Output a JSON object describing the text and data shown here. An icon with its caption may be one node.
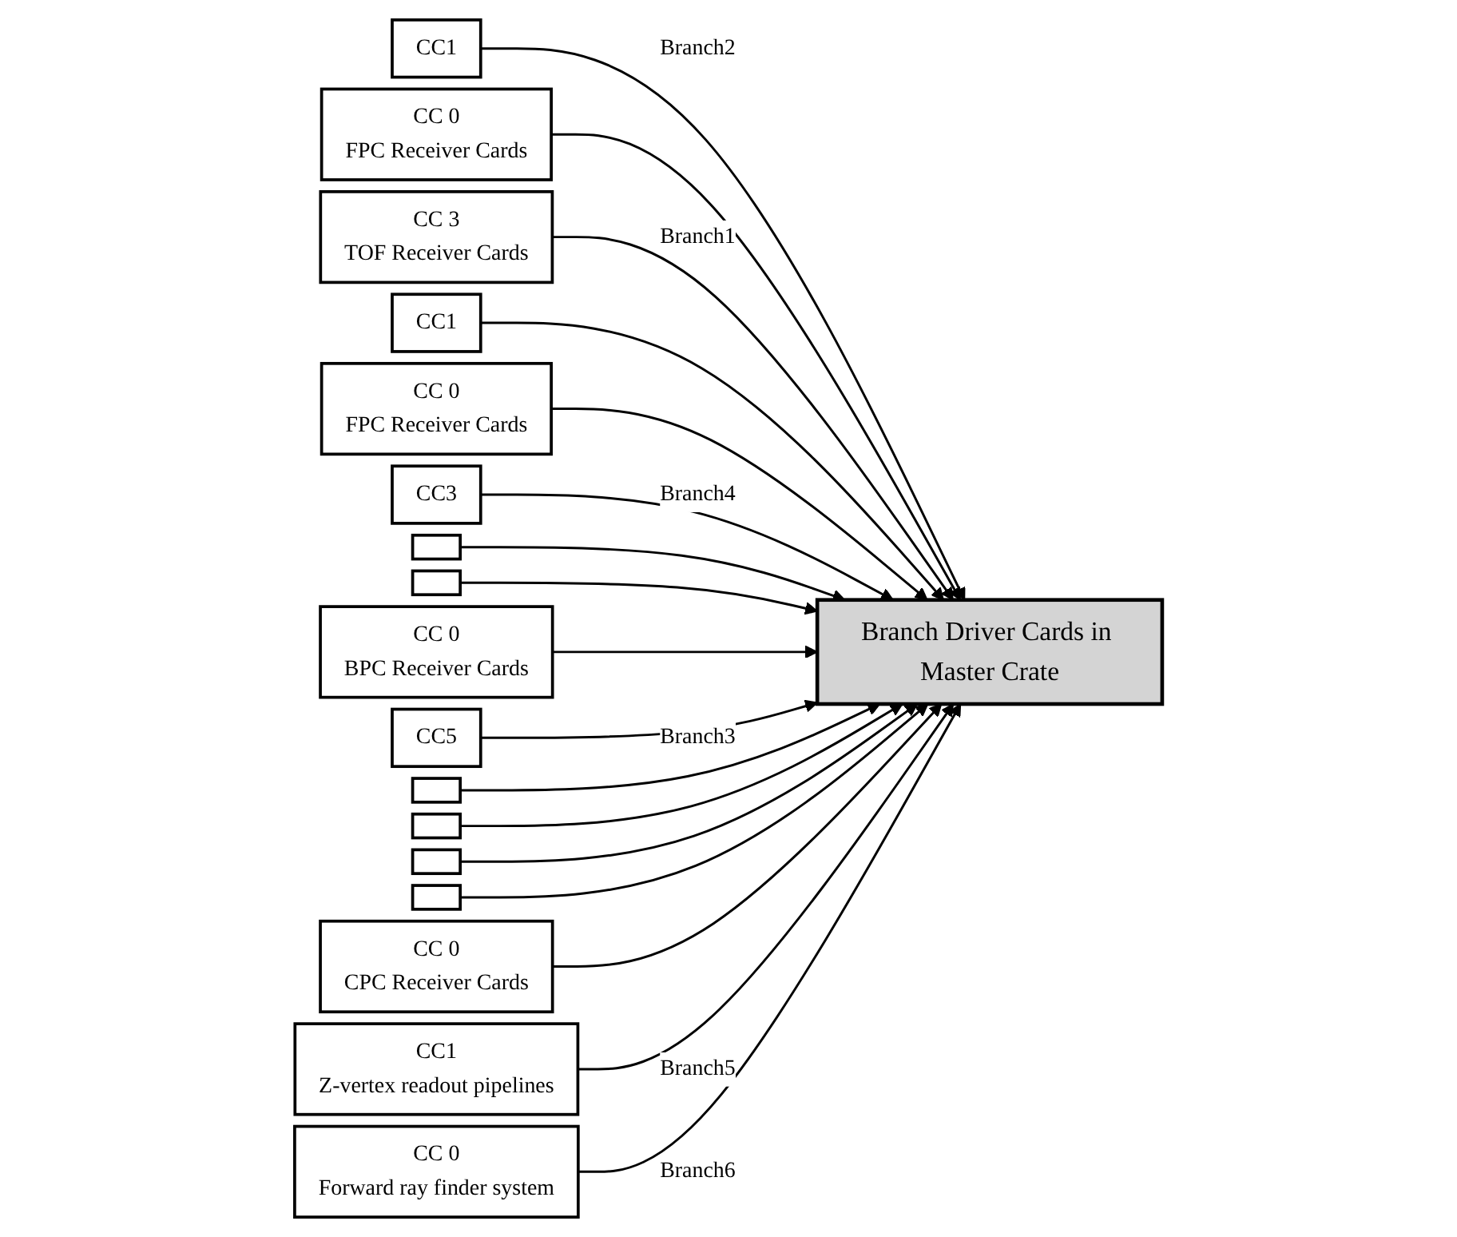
{
  "diagram": {
    "nodes": [
      {
        "text": [
          "CC1"
        ]
      },
      {
        "text": [
          "CC 0",
          "FPC Receiver Cards"
        ]
      },
      {
        "text": [
          "CC 3",
          "TOF Receiver Cards"
        ]
      },
      {
        "text": [
          "CC1"
        ]
      },
      {
        "text": [
          "CC 0",
          "FPC Receiver Cards"
        ]
      },
      {
        "text": [
          "CC3"
        ]
      },
      {
        "text": [],
        "shape": "box"
      },
      {
        "text": [],
        "shape": "box"
      },
      {
        "text": [
          "CC 0",
          "BPC Receiver Cards"
        ]
      },
      {
        "text": [
          "CC5"
        ]
      },
      {
        "text": [],
        "shape": "box"
      },
      {
        "text": [],
        "shape": "box"
      },
      {
        "text": [],
        "shape": "box"
      },
      {
        "text": [],
        "shape": "box"
      },
      {
        "text": [
          "CC 0",
          "CPC Receiver Cards"
        ]
      },
      {
        "text": [
          "CC1",
          "Z-vertex readout pipelines"
        ]
      },
      {
        "text": [
          "CC 0",
          "Forward ray finder system"
        ]
      },
      {
        "text": [
          "Branch Driver Cards in Master Crate"
        ]
      }
    ],
    "edges": [
      {
        "from": 0,
        "to": 17,
        "arrow": "to",
        "label": "Branch2"
      },
      {
        "from": 1,
        "to": 17,
        "arrow": "to"
      },
      {
        "from": 2,
        "to": 17,
        "arrow": "to",
        "label": "Branch1"
      },
      {
        "from": 3,
        "to": 17,
        "arrow": "to"
      },
      {
        "from": 4,
        "to": 17,
        "arrow": "to"
      },
      {
        "from": 5,
        "to": 17,
        "arrow": "to",
        "label": "Branch4"
      },
      {
        "from": 6,
        "to": 17,
        "arrow": "to"
      },
      {
        "from": 7,
        "to": 17,
        "arrow": "to"
      },
      {
        "from": 8,
        "to": 17,
        "arrow": "to"
      },
      {
        "from": 9,
        "to": 17,
        "arrow": "to",
        "label": "Branch3"
      },
      {
        "from": 10,
        "to": 17,
        "arrow": "to"
      },
      {
        "from": 11,
        "to": 17,
        "arrow": "to"
      },
      {
        "from": 12,
        "to": 17,
        "arrow": "to"
      },
      {
        "from": 13,
        "to": 17,
        "arrow": "to"
      },
      {
        "from": 14,
        "to": 17,
        "arrow": "to"
      },
      {
        "from": 15,
        "to": 17,
        "arrow": "to",
        "label": "Branch5"
      },
      {
        "from": 16,
        "to": 17,
        "arrow": "to",
        "label": "Branch6"
      }
    ]
  }
}
